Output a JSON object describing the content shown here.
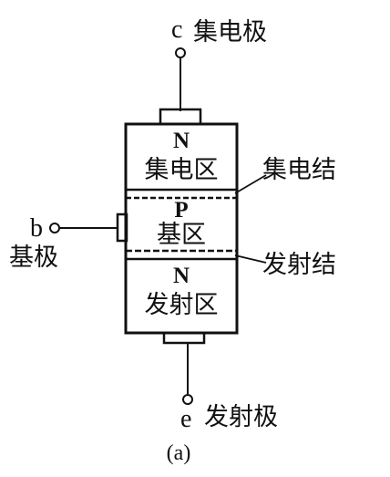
{
  "collector": {
    "terminal_letter": "c",
    "terminal_name": "集电极"
  },
  "base": {
    "terminal_letter": "b",
    "terminal_name": "基极"
  },
  "emitter": {
    "terminal_letter": "e",
    "terminal_name": "发射极"
  },
  "layers": {
    "collector_region": {
      "type": "N",
      "name": "集电区"
    },
    "base_region": {
      "type": "P",
      "name": "基区"
    },
    "emitter_region": {
      "type": "N",
      "name": "发射区"
    }
  },
  "junctions": {
    "collector_junction": "集电结",
    "emitter_junction": "发射结"
  },
  "caption": "(a)",
  "colors": {
    "ink": "#111111",
    "background": "#ffffff"
  }
}
